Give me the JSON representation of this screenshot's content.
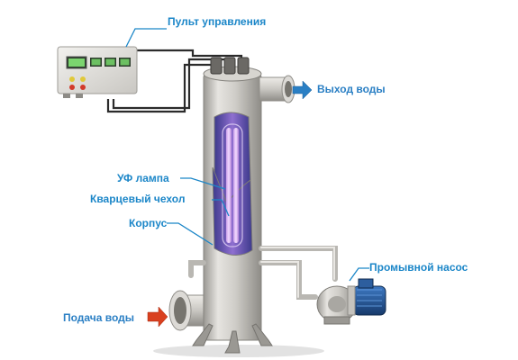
{
  "labels": {
    "control_panel": "Пульт управления",
    "water_out": "Выход воды",
    "uv_lamp": "УФ лампа",
    "quartz_sleeve": "Кварцевый чехол",
    "housing": "Корпус",
    "flush_pump": "Промывной насос",
    "water_in": "Подача воды"
  },
  "colors": {
    "label_blue": "#1b86c8",
    "leader_blue": "#1b86c8",
    "arrow_out": "#2a7fc4",
    "arrow_in": "#d9401f",
    "steel": "#c8c6c2",
    "lamp_glow": "#b58ad9",
    "pump_blue": "#1f4f8a"
  }
}
